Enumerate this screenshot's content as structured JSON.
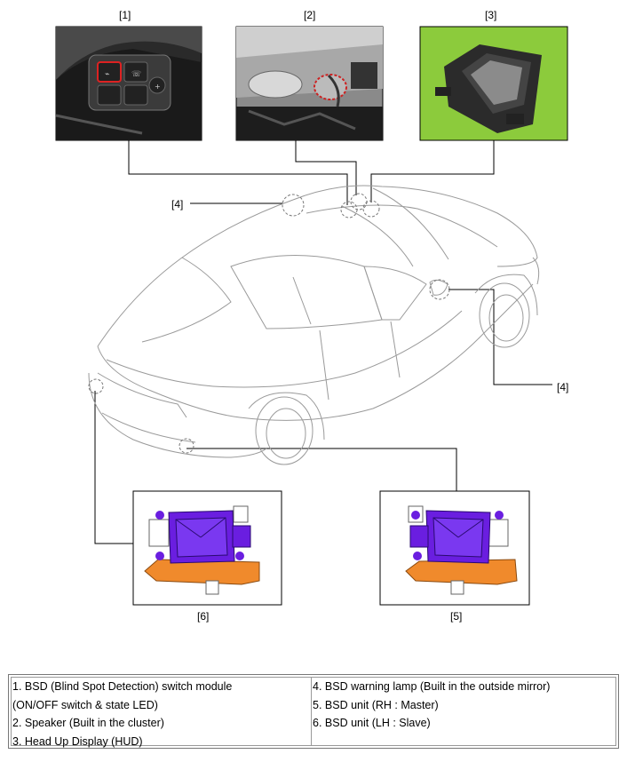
{
  "callouts": {
    "c1": "[1]",
    "c2": "[2]",
    "c3": "[3]",
    "c4a": "[4]",
    "c4b": "[4]",
    "c5": "[5]",
    "c6": "[6]"
  },
  "colors": {
    "unit_body": "#6a1ee0",
    "unit_bracket": "#f08a2c",
    "hud_background": "#8ccb3c",
    "pointer_circle": "#777777"
  },
  "legend": {
    "left": [
      "1. BSD (Blind Spot Detection) switch module",
      "(ON/OFF switch & state LED)",
      "2. Speaker (Built in the cluster)",
      "3. Head Up Display (HUD)"
    ],
    "right": [
      "4. BSD warning lamp (Built in the outside mirror)",
      "5. BSD unit (RH : Master)",
      "6. BSD unit (LH : Slave)"
    ]
  }
}
